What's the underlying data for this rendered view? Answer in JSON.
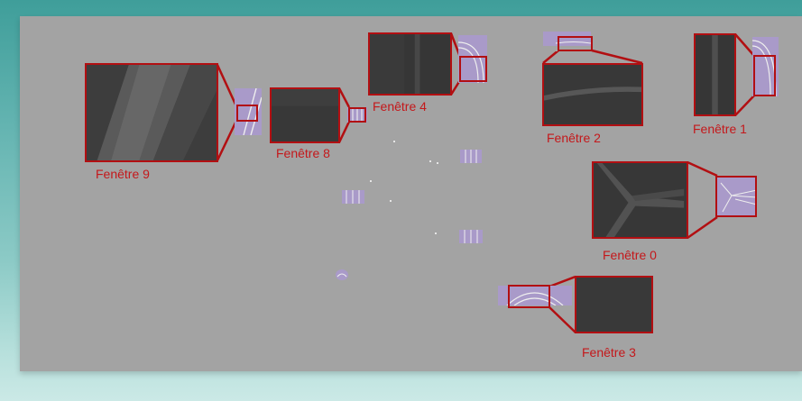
{
  "colors": {
    "canvas": "#a3a3a3",
    "frame": "#b20f12",
    "label": "#c4181b",
    "patch": "#a99ac9",
    "background_gradient": [
      "#3f9e9a",
      "#cbe9e6"
    ]
  },
  "windows": {
    "w9": {
      "label": "Fenêtre 9"
    },
    "w8": {
      "label": "Fenêtre 8"
    },
    "w4": {
      "label": "Fenêtre 4"
    },
    "w2": {
      "label": "Fenêtre 2"
    },
    "w1": {
      "label": "Fenêtre 1"
    },
    "w0": {
      "label": "Fenêtre 0"
    },
    "w3": {
      "label": "Fenêtre 3"
    }
  }
}
